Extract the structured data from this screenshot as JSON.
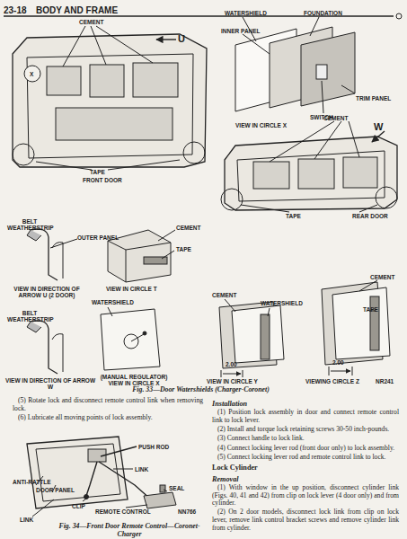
{
  "diagram": {
    "title": "BODY AND FRAME",
    "caption": "Fig. 33—Door Watershields (Charger-Coronet)",
    "labels": [
      "23-18",
      "CEMENT",
      "U",
      "WATERSHIELD",
      "FOUNDATION",
      "INNER PANEL",
      "X",
      "SWITCH",
      "TRIM PANEL",
      "VIEW IN CIRCLE X",
      "CEMENT",
      "W",
      "TAPE",
      "FRONT DOOR",
      "TAPE",
      "REAR DOOR",
      "BELT WEATHERSTRIP",
      "OUTER PANEL",
      "CEMENT",
      "TAPE",
      "VIEW IN DIRECTION OF ARROW U (2 DOOR)",
      "VIEW IN CIRCLE T",
      "WATERSHIELD",
      "CEMENT",
      "WATERSHIELD",
      "CEMENT",
      "TAPE",
      "BELT WEATHERSTRIP",
      "VIEW IN DIRECTION OF ARROW W",
      "(MANUAL REGULATOR) VIEW IN CIRCLE X",
      "2.00",
      "VIEW IN CIRCLE Y",
      "2.00",
      "VIEWING CIRCLE Z",
      "NR241",
      "(5) Rotate lock and disconnect remote control link when removing lock.",
      "(6) Lubricate all moving points of lock assembly.",
      "PUSH ROD",
      "ANTI-RATTLE",
      "DOOR PANEL",
      "LINK",
      "CLIP",
      "SEAL",
      "LINK",
      "REMOTE CONTROL",
      "NN766",
      "Fig. 34—Front Door Remote Control—Coronet-Charger",
      "Installation",
      "(1) Position lock assembly in door and connect remote control link to lock lever.",
      "(2) Install and torque lock retaining screws 30-50 inch-pounds.",
      "(3) Connect handle to lock link.",
      "(4) Connect locking lever rod (front door only) to lock assembly.",
      "(5) Connect locking lever rod and remote control link to lock.",
      "Lock Cylinder",
      "Removal",
      "(1) With window in the up position, disconnect cylinder link (Figs. 40, 41 and 42) from clip on lock lever (4 door only) and from cylinder.",
      "(2) On 2 door models, disconnect lock link from clip on lock lever, remove link control bracket screws and remove cylinder link from cylinder."
    ]
  }
}
